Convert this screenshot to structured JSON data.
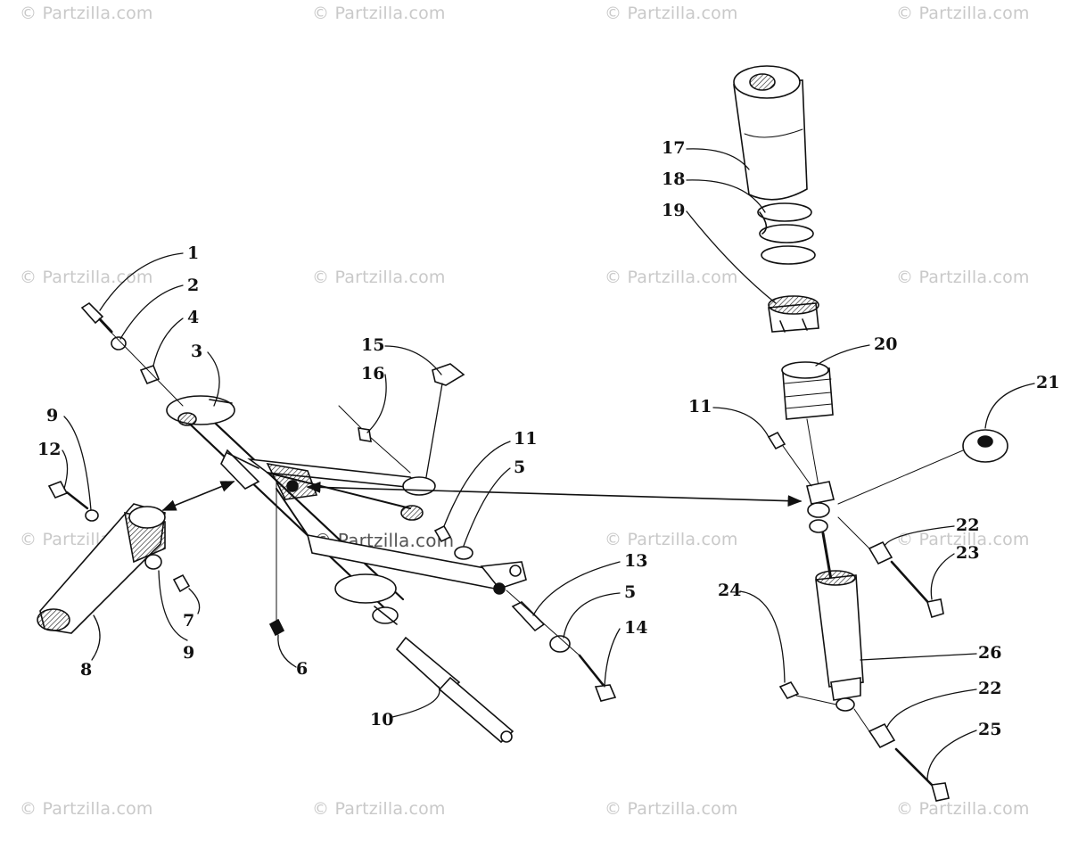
{
  "watermark": {
    "text": "© Partzilla.com",
    "center_text": "© Partzilla.com",
    "color": "#c9c9c9"
  },
  "callouts": [
    {
      "id": "c1",
      "label": "1"
    },
    {
      "id": "c2",
      "label": "2"
    },
    {
      "id": "c3",
      "label": "3"
    },
    {
      "id": "c4",
      "label": "4"
    },
    {
      "id": "c5a",
      "label": "5"
    },
    {
      "id": "c5b",
      "label": "5"
    },
    {
      "id": "c6",
      "label": "6"
    },
    {
      "id": "c7",
      "label": "7"
    },
    {
      "id": "c8",
      "label": "8"
    },
    {
      "id": "c9a",
      "label": "9"
    },
    {
      "id": "c9b",
      "label": "9"
    },
    {
      "id": "c10",
      "label": "10"
    },
    {
      "id": "c11a",
      "label": "11"
    },
    {
      "id": "c11b",
      "label": "11"
    },
    {
      "id": "c12",
      "label": "12"
    },
    {
      "id": "c13",
      "label": "13"
    },
    {
      "id": "c14",
      "label": "14"
    },
    {
      "id": "c15",
      "label": "15"
    },
    {
      "id": "c16",
      "label": "16"
    },
    {
      "id": "c17",
      "label": "17"
    },
    {
      "id": "c18",
      "label": "18"
    },
    {
      "id": "c19",
      "label": "19"
    },
    {
      "id": "c20",
      "label": "20"
    },
    {
      "id": "c21",
      "label": "21"
    },
    {
      "id": "c22a",
      "label": "22"
    },
    {
      "id": "c22b",
      "label": "22"
    },
    {
      "id": "c23",
      "label": "23"
    },
    {
      "id": "c24",
      "label": "24"
    },
    {
      "id": "c25",
      "label": "25"
    },
    {
      "id": "c26",
      "label": "26"
    }
  ]
}
